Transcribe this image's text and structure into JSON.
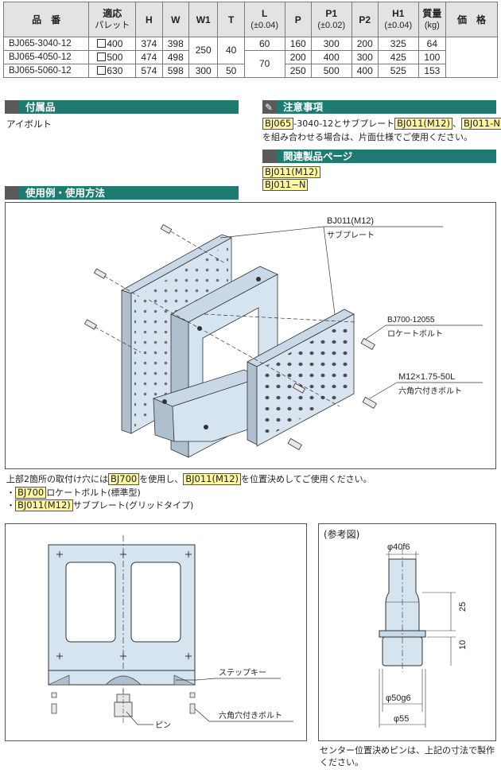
{
  "spec_table": {
    "headers": [
      {
        "label": "品　番",
        "sub": ""
      },
      {
        "label": "適応",
        "sub": "パレット"
      },
      {
        "label": "H",
        "sub": ""
      },
      {
        "label": "W",
        "sub": ""
      },
      {
        "label": "W1",
        "sub": ""
      },
      {
        "label": "T",
        "sub": ""
      },
      {
        "label": "L",
        "sub": "(±0.04)"
      },
      {
        "label": "P",
        "sub": ""
      },
      {
        "label": "P1",
        "sub": "(±0.02)"
      },
      {
        "label": "P2",
        "sub": ""
      },
      {
        "label": "H1",
        "sub": "(±0.04)"
      },
      {
        "label": "質量",
        "sub": "(kg)"
      },
      {
        "label": "価　格",
        "sub": ""
      }
    ],
    "rows": [
      {
        "model": "BJ065-3040-12",
        "pallet": "400",
        "h": "374",
        "w": "398",
        "w1": "250",
        "t": "40",
        "l": "60",
        "p": "160",
        "p1": "300",
        "p2": "200",
        "h1": "325",
        "mass": "64",
        "price": ""
      },
      {
        "model": "BJ065-4050-12",
        "pallet": "500",
        "h": "474",
        "w": "498",
        "w1": "",
        "t": "",
        "l": "70",
        "p": "200",
        "p1": "400",
        "p2": "300",
        "h1": "425",
        "mass": "100",
        "price": ""
      },
      {
        "model": "BJ065-5060-12",
        "pallet": "630",
        "h": "574",
        "w": "598",
        "w1": "300",
        "t": "50",
        "l": "",
        "p": "250",
        "p1": "500",
        "p2": "400",
        "h1": "525",
        "mass": "153",
        "price": ""
      }
    ]
  },
  "accessories": {
    "title": "付属品",
    "text": "アイボルト"
  },
  "notes": {
    "title": "注意事項",
    "tag1": "BJ065",
    "text1": "-3040-12とサブプレート",
    "tag2": "BJ011(M12)",
    "sep": "、",
    "tag3": "BJ011-N",
    "text2": "を組み合わせる場合は、片面仕様でご使用ください。"
  },
  "related": {
    "title": "関連製品ページ",
    "items": [
      "BJ011(M12)",
      "BJ011−N"
    ]
  },
  "usage": {
    "title": "使用例・使用方法",
    "callouts": {
      "subplate_code": "BJ011(M12)",
      "subplate_name": "サブプレート",
      "locate_code": "BJ700-12055",
      "locate_name": "ロケートボルト",
      "bolt_code": "M12×1.75-50L",
      "bolt_name": "六角穴付きボルト"
    },
    "desc_pre": "上部2箇所の取付け穴には",
    "desc_tag1": "BJ700",
    "desc_mid": "を使用し、",
    "desc_tag2": "BJ011(M12)",
    "desc_post": "を位置決めしてご使用ください。",
    "bullet1_tag": "BJ700",
    "bullet1_text": "ロケートボルト(標準型)",
    "bullet2_tag": "BJ011(M12)",
    "bullet2_text": "サブプレート(グリッドタイプ)"
  },
  "front_view": {
    "label_key": "ステップキー",
    "label_pin": "ピン",
    "label_bolt": "六角穴付きボルト"
  },
  "reference": {
    "title": "(参考図)",
    "dim_top": "φ40f6",
    "dim_25": "25",
    "dim_10": "10",
    "dim_50": "φ50g6",
    "dim_55": "φ55",
    "note": "センター位置決めピンは、上記の寸法で製作ください。"
  },
  "colors": {
    "section_bar": "#1f7a72",
    "part_fill": "#d6e4ef",
    "highlight": "#fff6a0"
  }
}
